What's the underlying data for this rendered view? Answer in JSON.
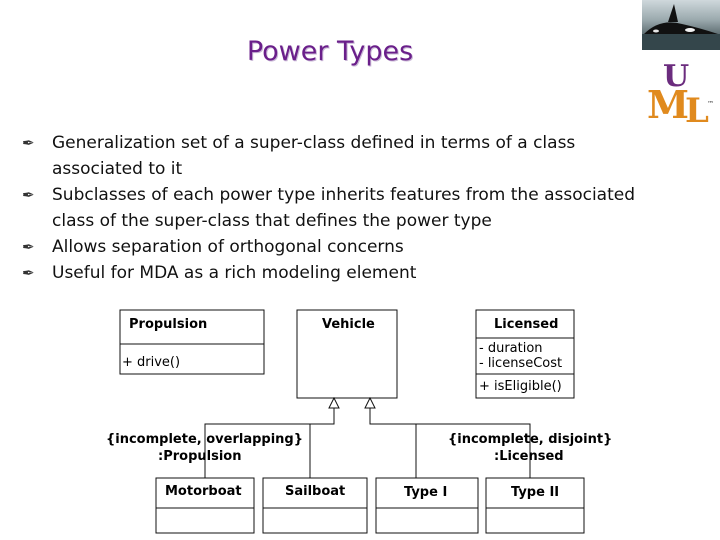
{
  "title": "Power Types",
  "bullets": [
    {
      "icon": "quill-pen-icon",
      "text": "Generalization set of a super-class defined in terms of a class associated to it"
    },
    {
      "icon": "quill-pen-icon",
      "text": "Subclasses of each power type inherits features from the associated class of the super-class that defines the power type"
    },
    {
      "icon": "quill-pen-icon",
      "text": "Allows separation of orthogonal concerns"
    },
    {
      "icon": "quill-pen-icon",
      "text": "Useful for MDA as a rich modeling element"
    }
  ],
  "logos": {
    "photo": "orca-photo",
    "uml_letters": {
      "u": "U",
      "m": "M",
      "l": "L",
      "tm": "™"
    }
  },
  "diagram": {
    "classes": {
      "propulsion": {
        "name": "Propulsion",
        "operation": "+ drive()"
      },
      "vehicle": {
        "name": "Vehicle"
      },
      "licensed": {
        "name": "Licensed",
        "attributes": [
          "- duration",
          "- licenseCost"
        ],
        "operation": "+ isEligible()"
      },
      "motorboat": {
        "name": "Motorboat"
      },
      "sailboat": {
        "name": "Sailboat"
      },
      "type_i": {
        "name": "Type I"
      },
      "type_ii": {
        "name": "Type II"
      }
    },
    "generalization_sets": {
      "left": {
        "constraint": "{incomplete, overlapping}",
        "powertype": ":Propulsion"
      },
      "right": {
        "constraint": "{incomplete, disjoint}",
        "powertype": ":Licensed"
      }
    }
  },
  "colors": {
    "title": "#6a1f8a",
    "line": "#111111",
    "uml_orange": "#e08a1e",
    "uml_purple": "#6b2c7e"
  }
}
